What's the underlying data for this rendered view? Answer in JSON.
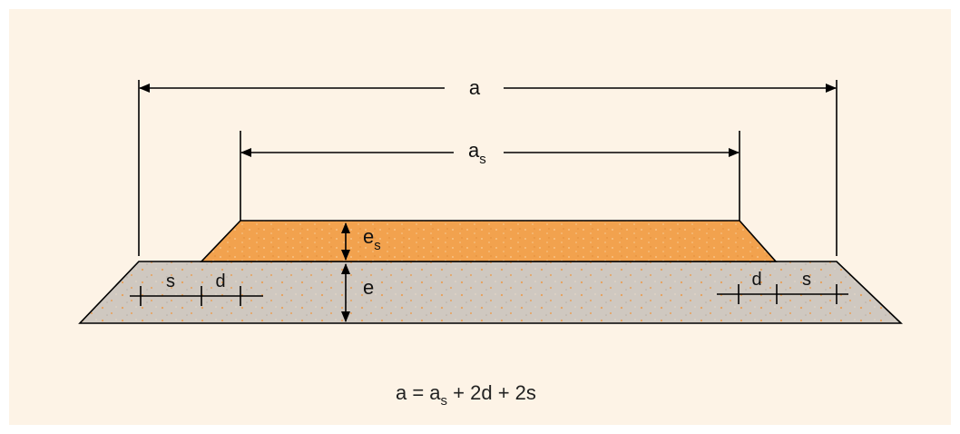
{
  "labels": {
    "a": "a",
    "as_base": "a",
    "as_sub": "s",
    "es_base": "e",
    "es_sub": "s",
    "e": "e",
    "s_left": "s",
    "d_left": "d",
    "d_right": "d",
    "s_right": "s"
  },
  "formula": {
    "p1": "a = a",
    "p1_sub": "s",
    "p2": " + 2d + 2s"
  },
  "colors": {
    "background": "#fdf3e6",
    "base_layer": "#cfc8c0",
    "base_speckle": "#e8a05a",
    "top_layer": "#f2a24e",
    "top_speckle": "#f7c283",
    "line": "#000000"
  }
}
